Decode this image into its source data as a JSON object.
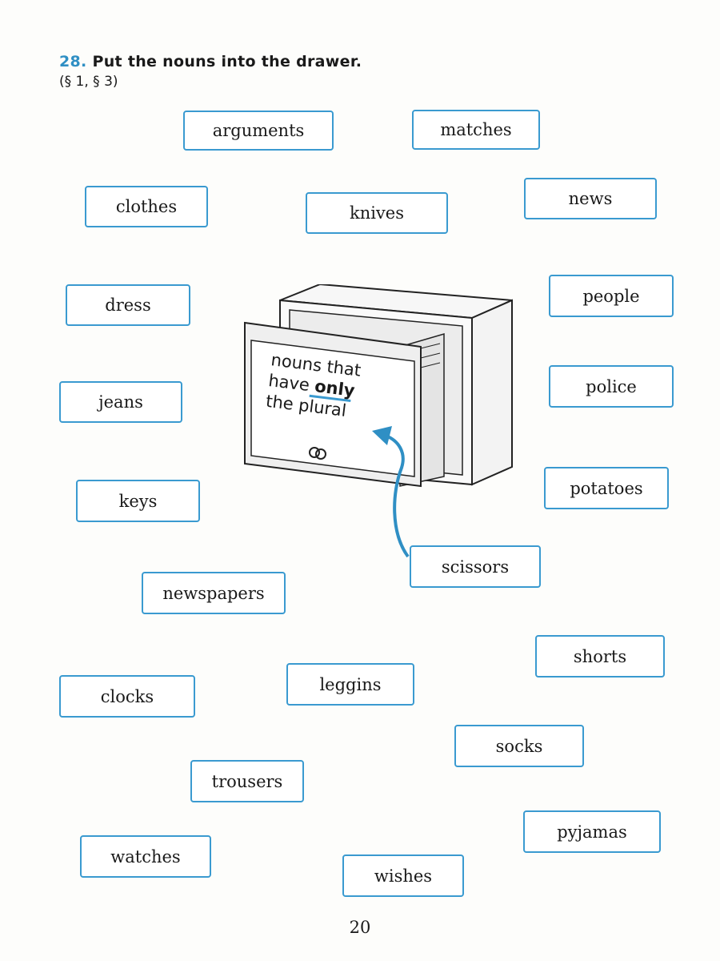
{
  "exercise": {
    "number": "28.",
    "instruction": "Put the nouns into the drawer.",
    "reference": "(§ 1,  § 3)"
  },
  "drawer_label": {
    "line1": "nouns that",
    "line2_a": "have ",
    "line2_b": "only",
    "line3": "the plural"
  },
  "words": [
    "arguments",
    "matches",
    "clothes",
    "knives",
    "news",
    "dress",
    "people",
    "jeans",
    "police",
    "potatoes",
    "keys",
    "scissors",
    "newspapers",
    "shorts",
    "leggins",
    "clocks",
    "socks",
    "trousers",
    "pyjamas",
    "watches",
    "wishes"
  ],
  "page_number": "20",
  "colors": {
    "accent": "#3a9ad0",
    "number": "#2f8fc4"
  }
}
